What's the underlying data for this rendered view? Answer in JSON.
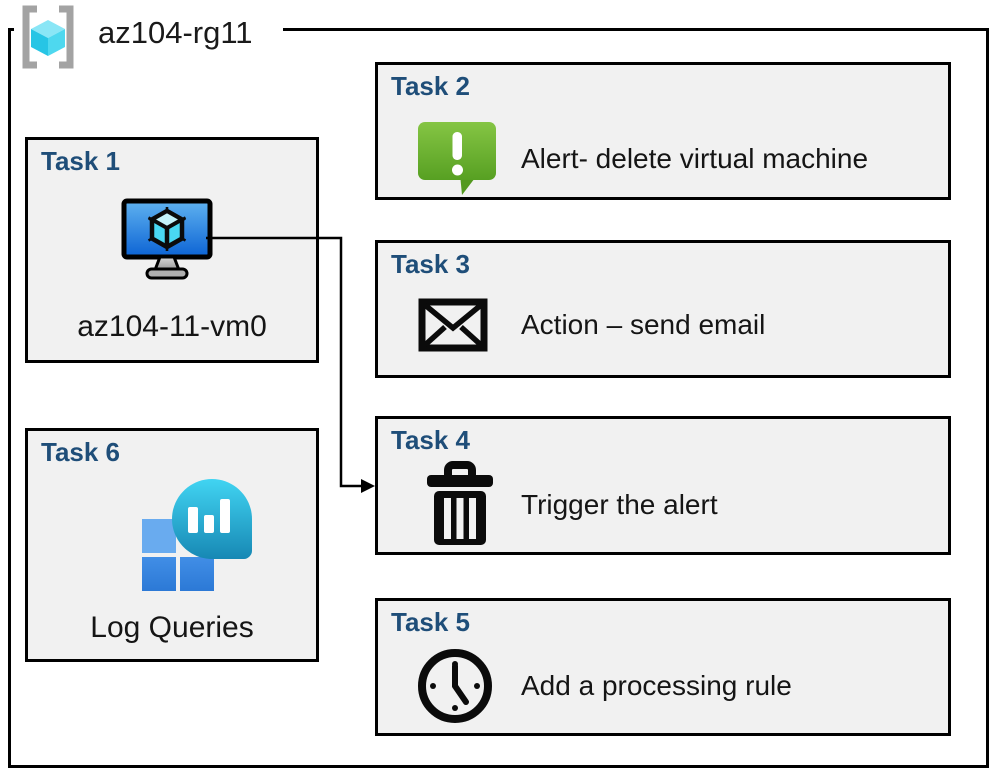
{
  "resource_group": {
    "name": "az104-rg11",
    "icon": "resource-group-icon"
  },
  "colors": {
    "task_title": "#1F4E79",
    "box_fill": "#F1F1F1",
    "border": "#000000",
    "alert_green": "#6CB32E",
    "vm_screen_blue": "#1E7FD8",
    "log_analytics_teal": "#29B6DD",
    "bracket_gray": "#A3A3A3"
  },
  "tasks": [
    {
      "title": "Task 1",
      "label": "az104-11-vm0",
      "icon": "virtual-machine-icon"
    },
    {
      "title": "Task 2",
      "label": "Alert- delete virtual machine",
      "icon": "alert-bubble-icon"
    },
    {
      "title": "Task 3",
      "label": "Action – send email",
      "icon": "email-icon"
    },
    {
      "title": "Task 4",
      "label": "Trigger the alert",
      "icon": "trash-icon"
    },
    {
      "title": "Task 5",
      "label": "Add a processing rule",
      "icon": "clock-icon"
    },
    {
      "title": "Task 6",
      "label": "Log Queries",
      "icon": "log-analytics-icon"
    }
  ],
  "connector": {
    "from": "Task 1",
    "to": "Task 4"
  }
}
